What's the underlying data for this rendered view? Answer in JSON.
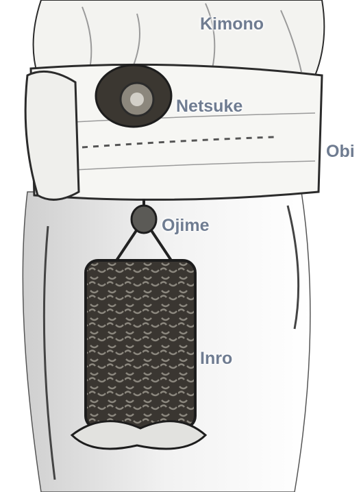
{
  "colors": {
    "label": "#6f7c91",
    "ink": "#2b2b2b",
    "cloth": "#f4f4f1",
    "inro_body": "#3a3631",
    "inro_weave": "#8b877e"
  },
  "labels": {
    "kimono": "Kimono",
    "netsuke": "Netsuke",
    "obi": "Obi",
    "ojime": "Ojime",
    "inro": "Inro"
  }
}
